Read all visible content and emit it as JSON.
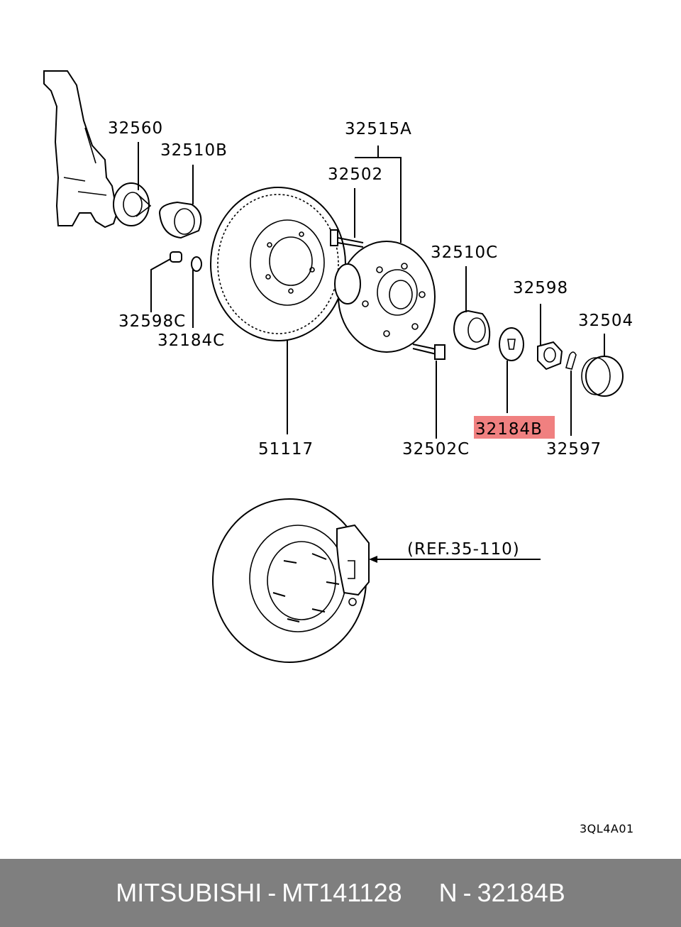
{
  "diagram": {
    "labels": {
      "p32560": "32560",
      "p32510B": "32510B",
      "p32515A": "32515A",
      "p32502": "32502",
      "p32510C": "32510C",
      "p32598": "32598",
      "p32504": "32504",
      "p32598C": "32598C",
      "p32184C": "32184C",
      "p51117": "51117",
      "p32502C": "32502C",
      "p32184B": "32184B",
      "p32597": "32597",
      "ref": "(REF.35-110)",
      "code": "3QL4A01"
    },
    "highlight_color": "#f08080"
  },
  "footer": {
    "brand": "MITSUBISHI",
    "sep1": "-",
    "part_number": "MT141128",
    "n_label": "N",
    "sep2": "-",
    "ref_number": "32184B"
  },
  "colors": {
    "footer_bg": "#7f7f7f",
    "footer_text": "#ffffff"
  }
}
